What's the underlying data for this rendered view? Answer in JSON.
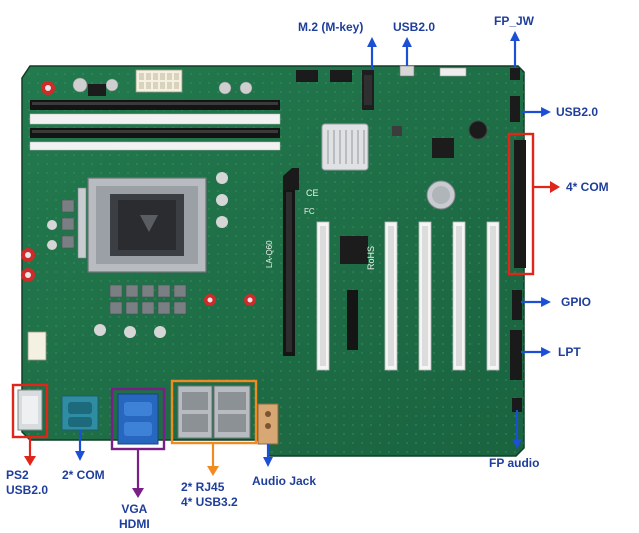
{
  "colors": {
    "label": "#1f3e9c",
    "arrow_blue": "#1a4fd6",
    "arrow_red": "#e0251b",
    "arrow_orange": "#f28a22",
    "arrow_purple": "#7a1f86",
    "board": "#1f6e46",
    "board_dark": "#154f32"
  },
  "labels": {
    "m2": "M.2 (M-key)",
    "usb20_top": "USB2.0",
    "fp_jw": "FP_JW",
    "usb20_right": "USB2.0",
    "com4": "4* COM",
    "gpio": "GPIO",
    "lpt": "LPT",
    "fp_audio": "FP audio",
    "ps2_line1": "PS2",
    "ps2_line2": "USB2.0",
    "com2": "2* COM",
    "vga_line1": "VGA",
    "vga_line2": "HDMI",
    "rj45_line1": "2* RJ45",
    "rj45_line2": "4* USB3.2",
    "audio_jack": "Audio Jack"
  },
  "board_silk": {
    "model": "LA-Q60",
    "rohs": "RoHS",
    "ce": "CE",
    "fc": "FC"
  }
}
